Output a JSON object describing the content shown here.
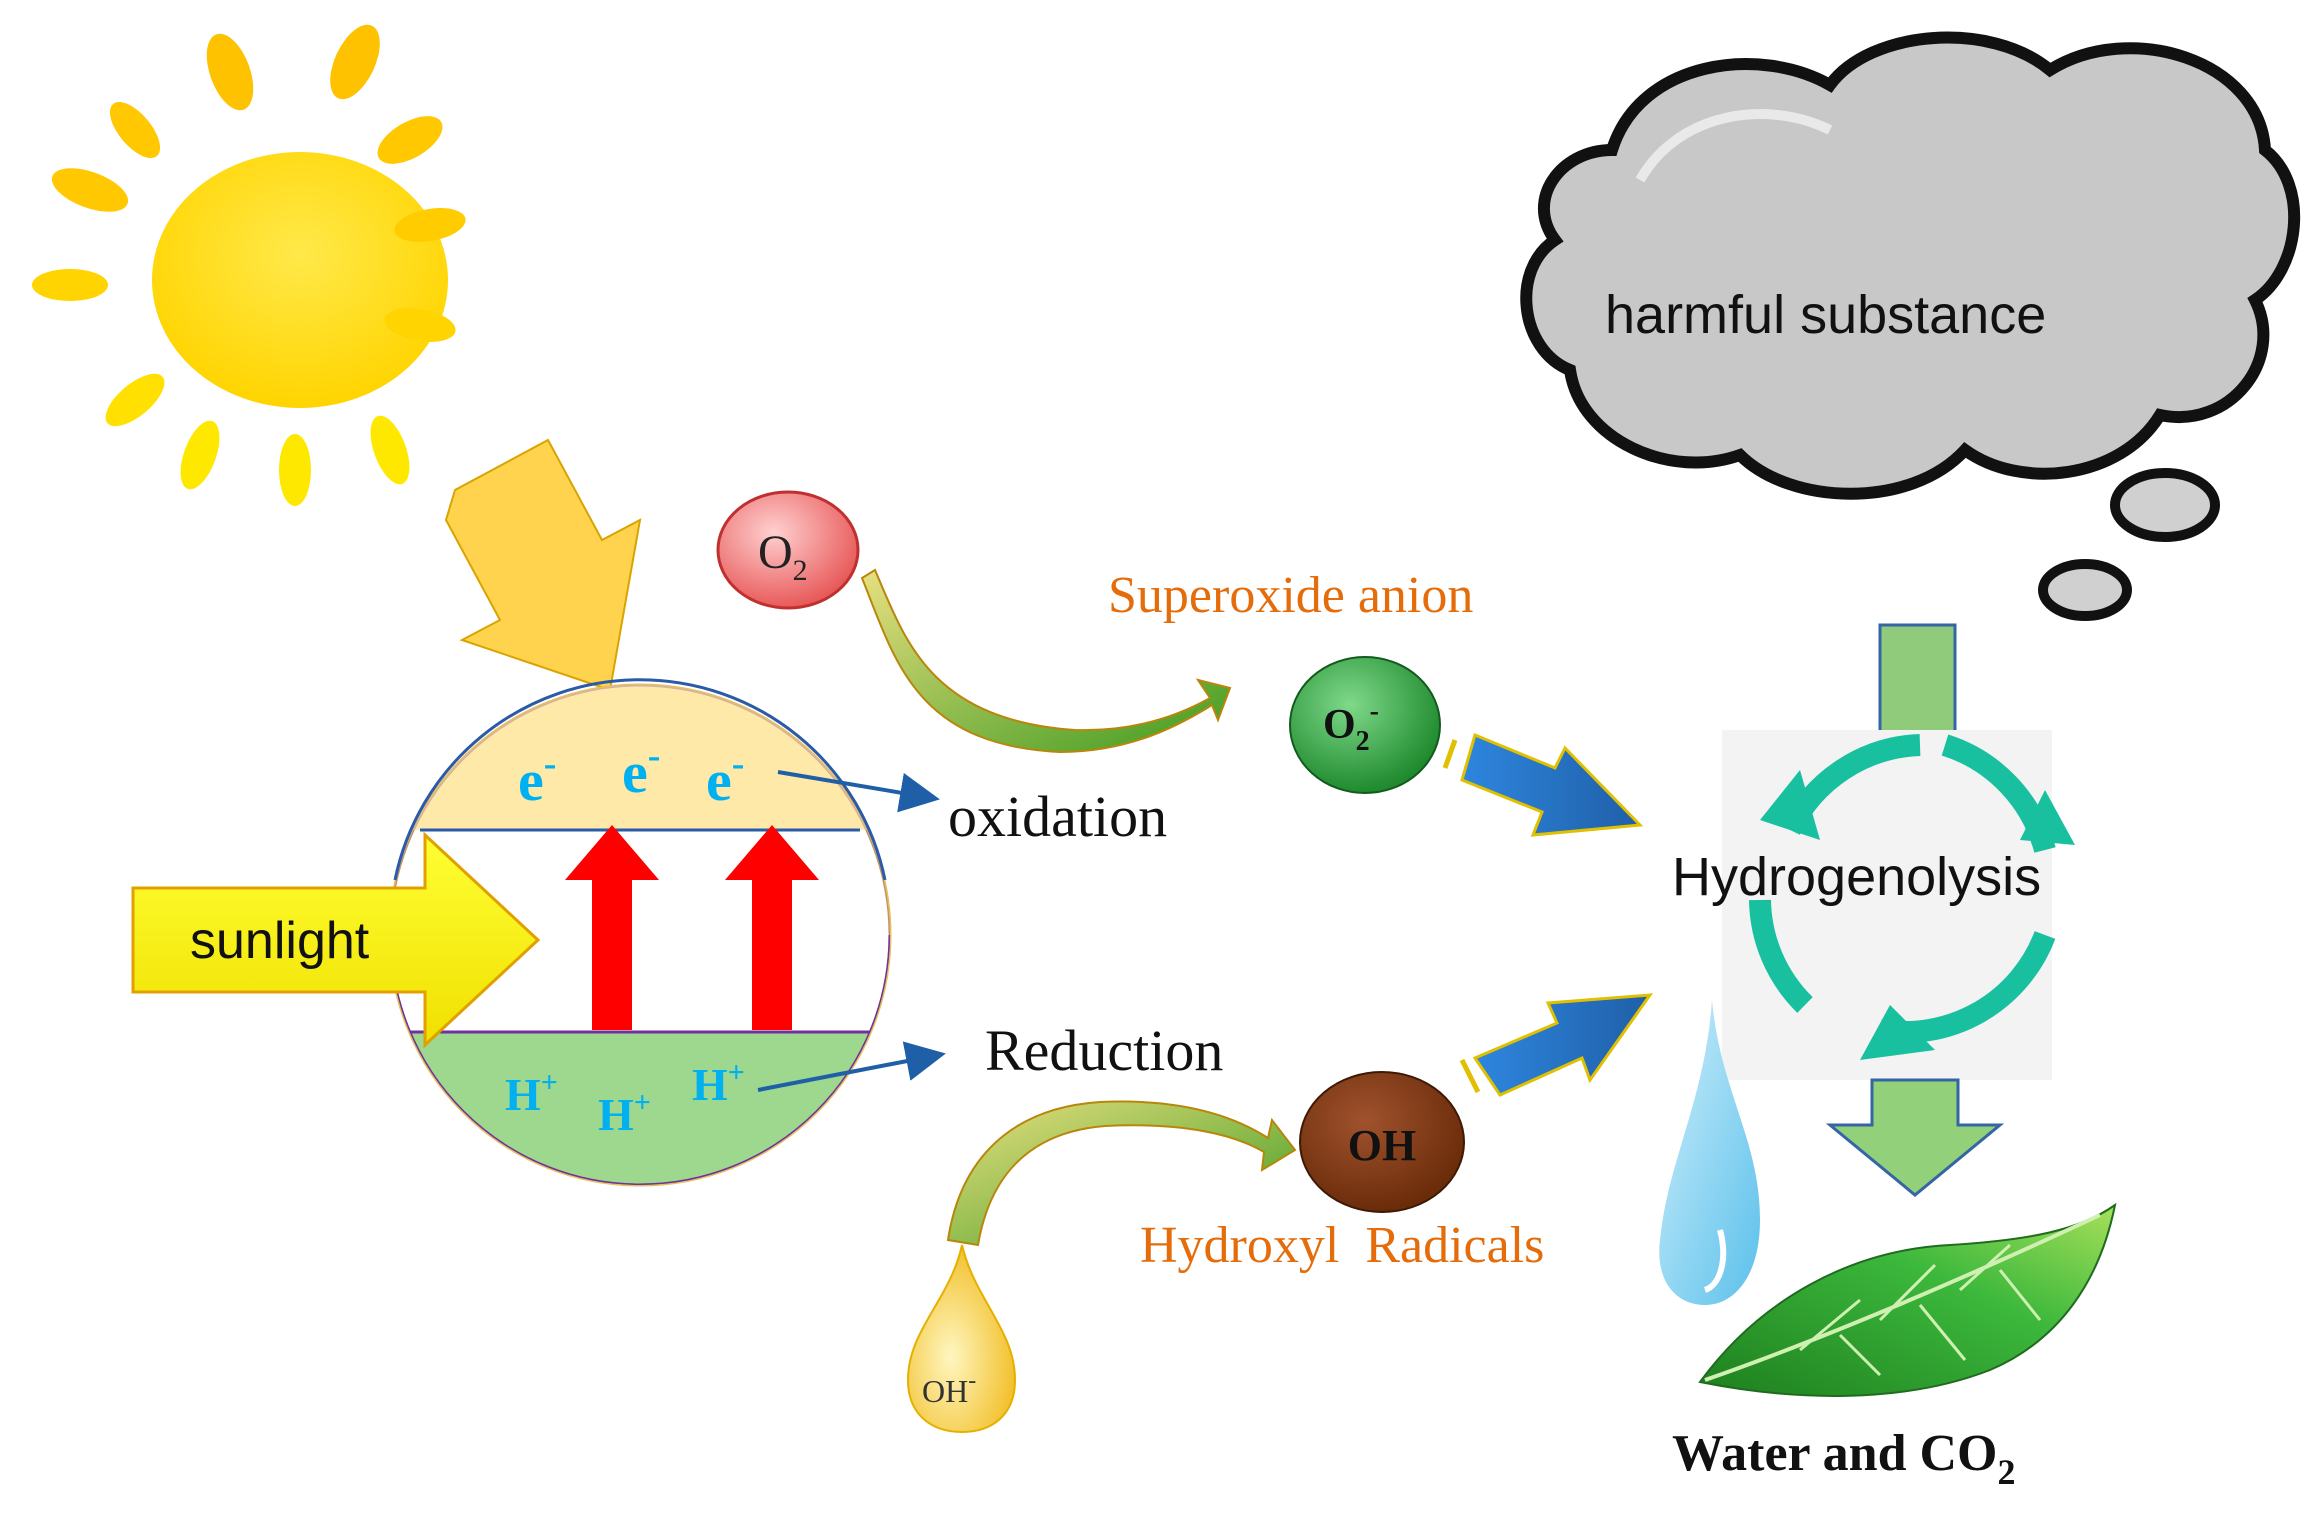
{
  "labels": {
    "sunlight": "sunlight",
    "o2": "O",
    "o2_sub": "2",
    "superoxide_anion": "Superoxide anion",
    "superoxide_main": "O",
    "superoxide_sub": "2",
    "superoxide_sup": "-",
    "oxidation": "oxidation",
    "reduction": "Reduction",
    "oh_radical": "OH",
    "hydroxyl_radicals": "Hydroxyl  Radicals",
    "oh_minus": "OH",
    "oh_minus_sup": "-",
    "harmful_substance": "harmful substance",
    "hydrogenolysis": "Hydrogenolysis",
    "water_and": "Water and CO",
    "water_sub": "2",
    "electron": "e",
    "electron_sup": "-",
    "proton": "H",
    "proton_sup": "+"
  },
  "colors": {
    "sun": "#FFD700",
    "ray": "#FFC000",
    "orange_text": "#E46C0A",
    "cyan_text": "#00B0F0",
    "red_arrow": "#FF0000",
    "blue_arrow": "#1F6FC5",
    "teal_cycle": "#1ABC9C",
    "green_band": "#92D050",
    "cloud": "#C0C0C0"
  }
}
